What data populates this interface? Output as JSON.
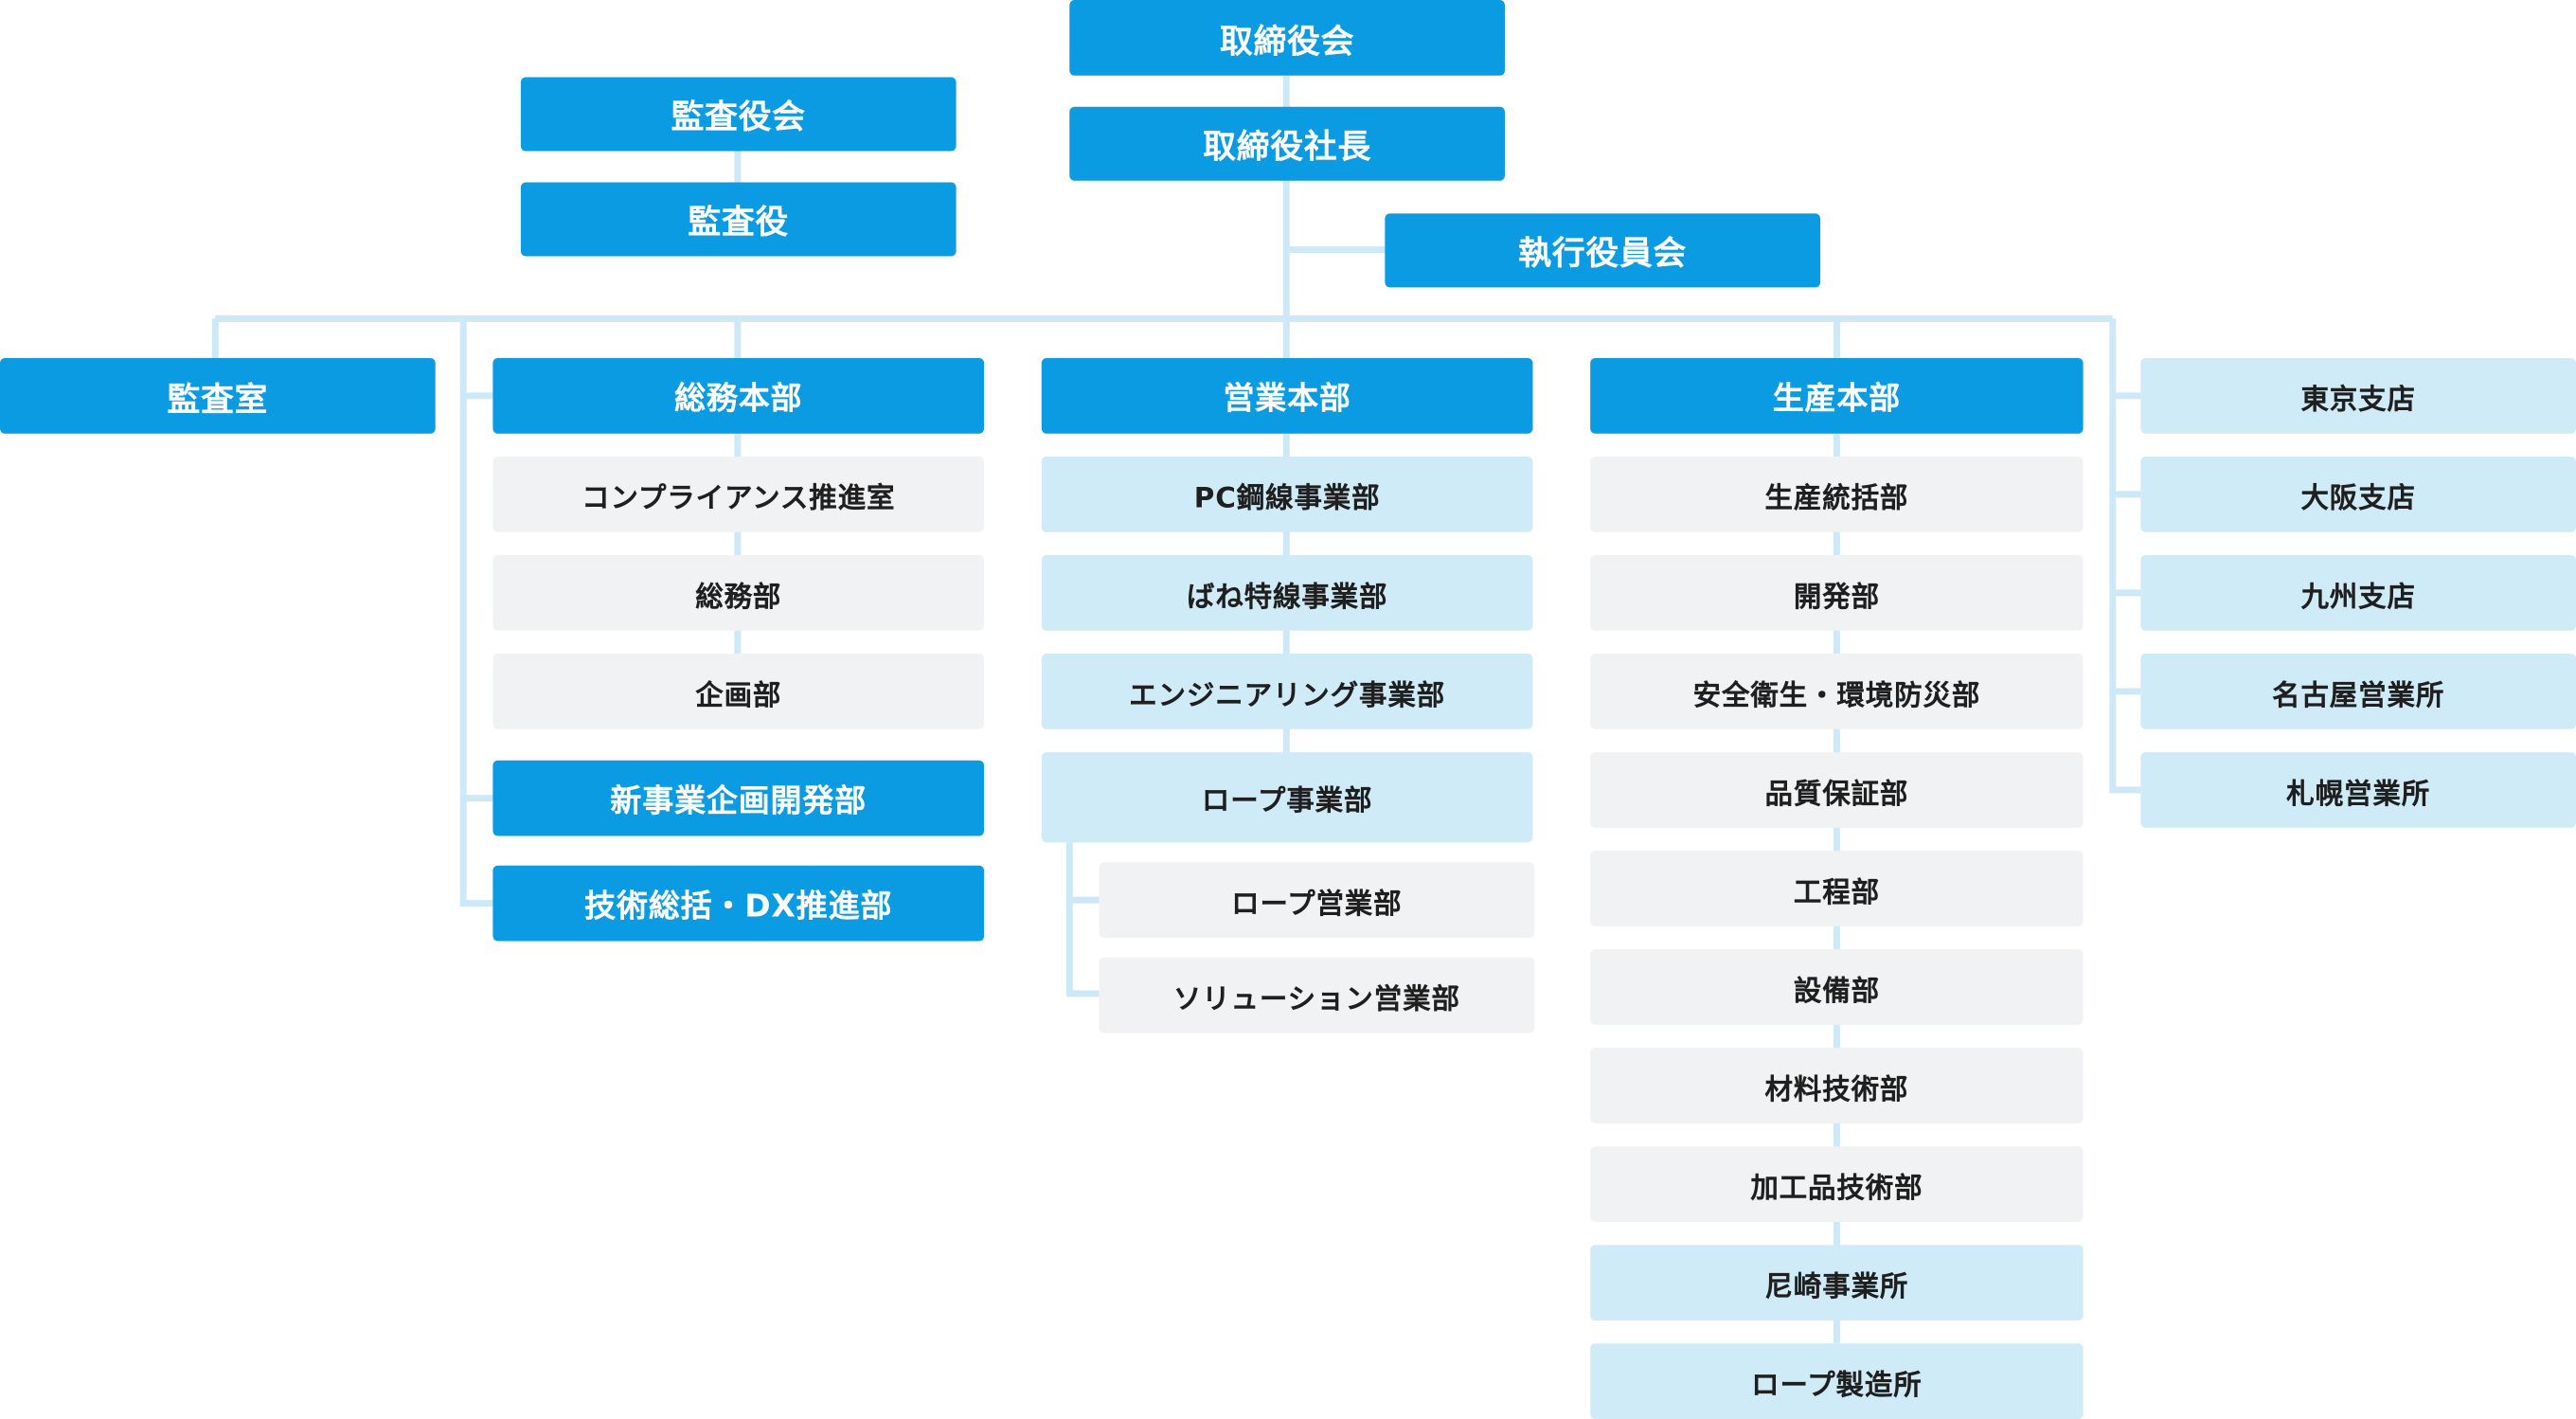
{
  "nodes": {
    "board": "取締役会",
    "president": "取締役社長",
    "exec_committee": "執行役員会",
    "audit_board": "監査役会",
    "auditor": "監査役",
    "audit_office": "監査室",
    "general_hq": {
      "title": "総務本部",
      "sections": [
        "コンプライアンス推進室",
        "総務部",
        "企画部"
      ],
      "new_business": "新事業企画開発部",
      "tech_dx": "技術総括・DX推進部"
    },
    "sales_hq": {
      "title": "営業本部",
      "divisions": [
        "PC鋼線事業部",
        "ばね特線事業部",
        "エンジニアリング事業部"
      ],
      "rope_division": "ロープ事業部",
      "rope_sub": [
        "ロープ営業部",
        "ソリューション営業部"
      ]
    },
    "production_hq": {
      "title": "生産本部",
      "departments": [
        "生産統括部",
        "開発部",
        "安全衛生・環境防災部",
        "品質保証部",
        "工程部",
        "設備部",
        "材料技術部",
        "加工品技術部"
      ],
      "plants": [
        "尼崎事業所",
        "ロープ製造所"
      ]
    },
    "branches": [
      "東京支店",
      "大阪支店",
      "九州支店",
      "名古屋営業所",
      "札幌営業所"
    ]
  },
  "colors": {
    "primary": "#0a9be2",
    "light": "#d0ebf8",
    "gray": "#f1f2f3",
    "connector": "#cde8f6"
  }
}
